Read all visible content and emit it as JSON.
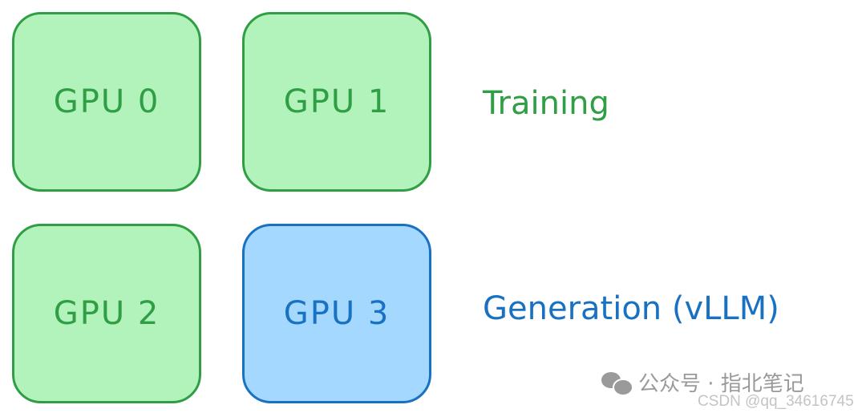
{
  "gpus": [
    {
      "label": "GPU 0",
      "role": "training"
    },
    {
      "label": "GPU 1",
      "role": "training"
    },
    {
      "label": "GPU 2",
      "role": "training"
    },
    {
      "label": "GPU 3",
      "role": "generation"
    }
  ],
  "labels": {
    "training": "Training",
    "generation": "Generation (vLLM)"
  },
  "colors": {
    "training_fill": "#b2f2bb",
    "training_stroke": "#2f9e44",
    "generation_fill": "#a5d8ff",
    "generation_stroke": "#1971c2"
  },
  "watermark": {
    "icon": "wechat-icon",
    "text": "公众号 · 指北笔记",
    "csdn": "CSDN @qq_34616745"
  }
}
